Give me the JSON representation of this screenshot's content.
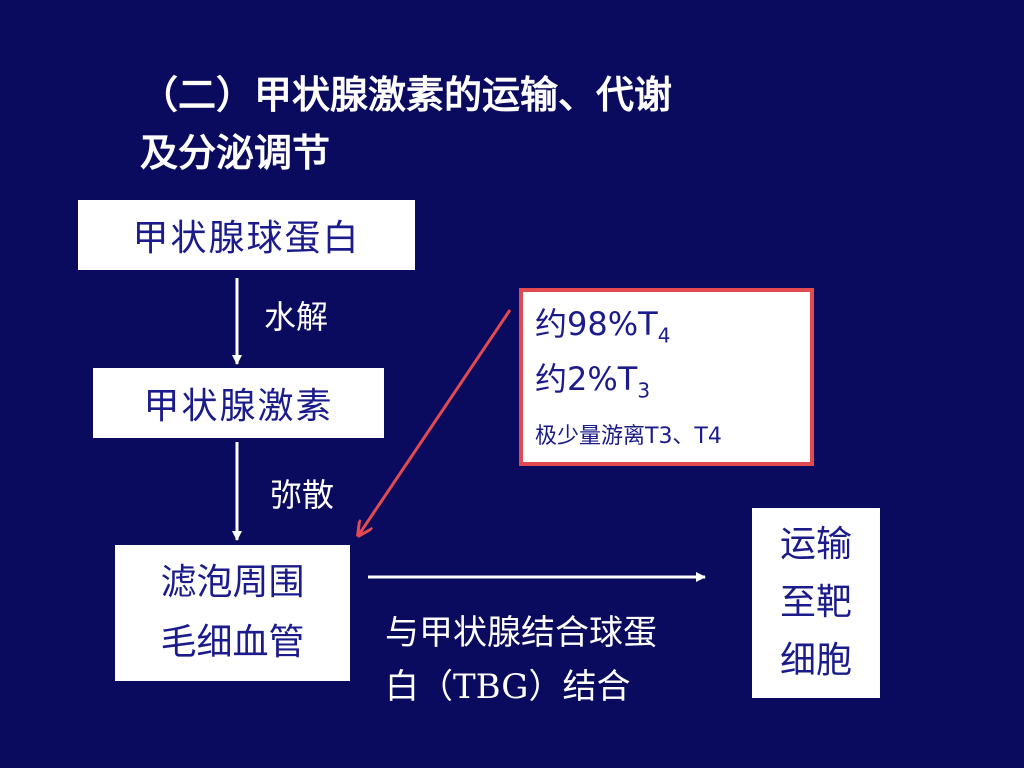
{
  "slide": {
    "title_line1": "（二）甲状腺激素的运输、代谢",
    "title_line2": "及分泌调节"
  },
  "nodes": {
    "thyroglobulin": "甲状腺球蛋白",
    "thyroid_hormone": "甲状腺激素",
    "capillary_line1": "滤泡周围",
    "capillary_line2": "毛细血管",
    "target_line1": "运输",
    "target_line2": "至靶",
    "target_line3": "细胞"
  },
  "edges": {
    "hydrolysis": "水解",
    "diffusion": "弥散",
    "binding_line1": "与甲状腺结合球蛋",
    "binding_line2": "白（TBG）结合"
  },
  "composition": {
    "t4_prefix": "约98%T",
    "t4_sub": "4",
    "t3_prefix": "约2%T",
    "t3_sub": "3",
    "free_note": "极少量游离T3、T4"
  },
  "colors": {
    "background": "#0a0a5e",
    "box_text": "#1b1b8c",
    "red_border": "#e24a52",
    "arrow": "#ffffff",
    "red_arrow": "#e24a52"
  }
}
